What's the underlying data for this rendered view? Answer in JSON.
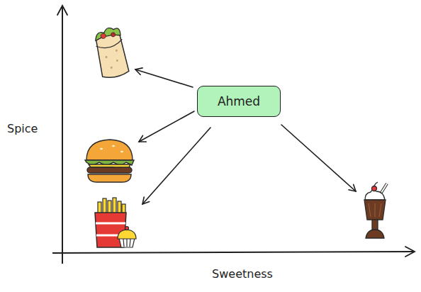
{
  "diagram": {
    "nodes": [
      {
        "text": [
          "Ahmed"
        ]
      }
    ],
    "labels": [
      "Spice",
      "Sweetness"
    ]
  }
}
